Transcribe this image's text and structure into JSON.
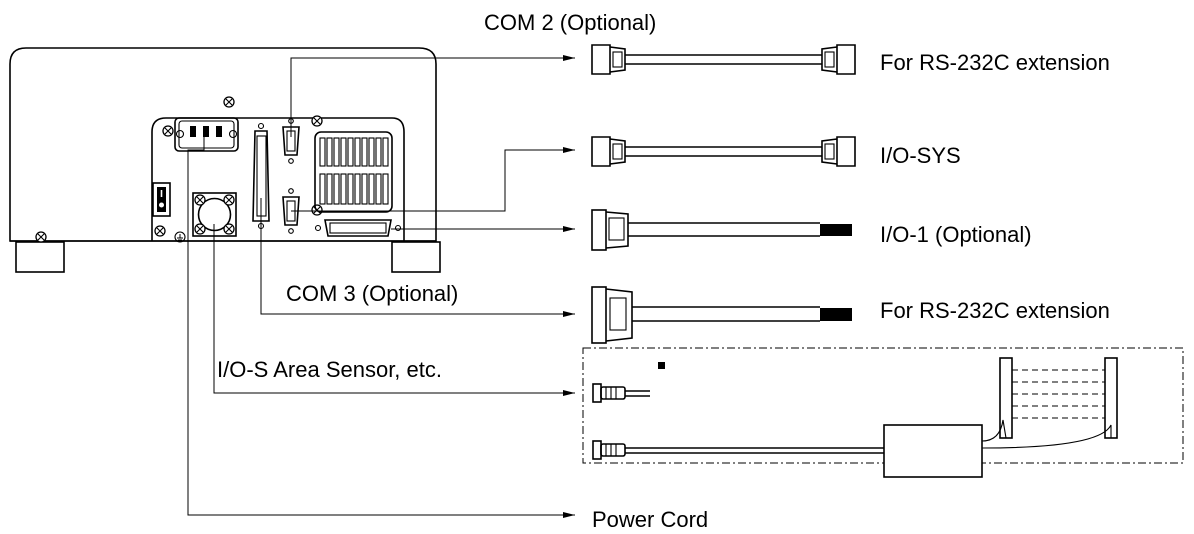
{
  "labels": {
    "com2": "COM 2 (Optional)",
    "rs232_ext_top": "For RS-232C extension",
    "io_sys": "I/O-SYS",
    "io1": "I/O-1 (Optional)",
    "com3": "COM 3 (Optional)",
    "rs232_ext_bottom": "For RS-232C extension",
    "io_s": "I/O-S Area Sensor, etc.",
    "power_cord": "Power Cord"
  },
  "icons": [
    "screw-icon",
    "ground-icon",
    "power-switch-icon",
    "ac-inlet-icon",
    "fan-vent-icon",
    "d-sub-connector-icon",
    "round-connector-icon",
    "area-sensor-icon"
  ]
}
